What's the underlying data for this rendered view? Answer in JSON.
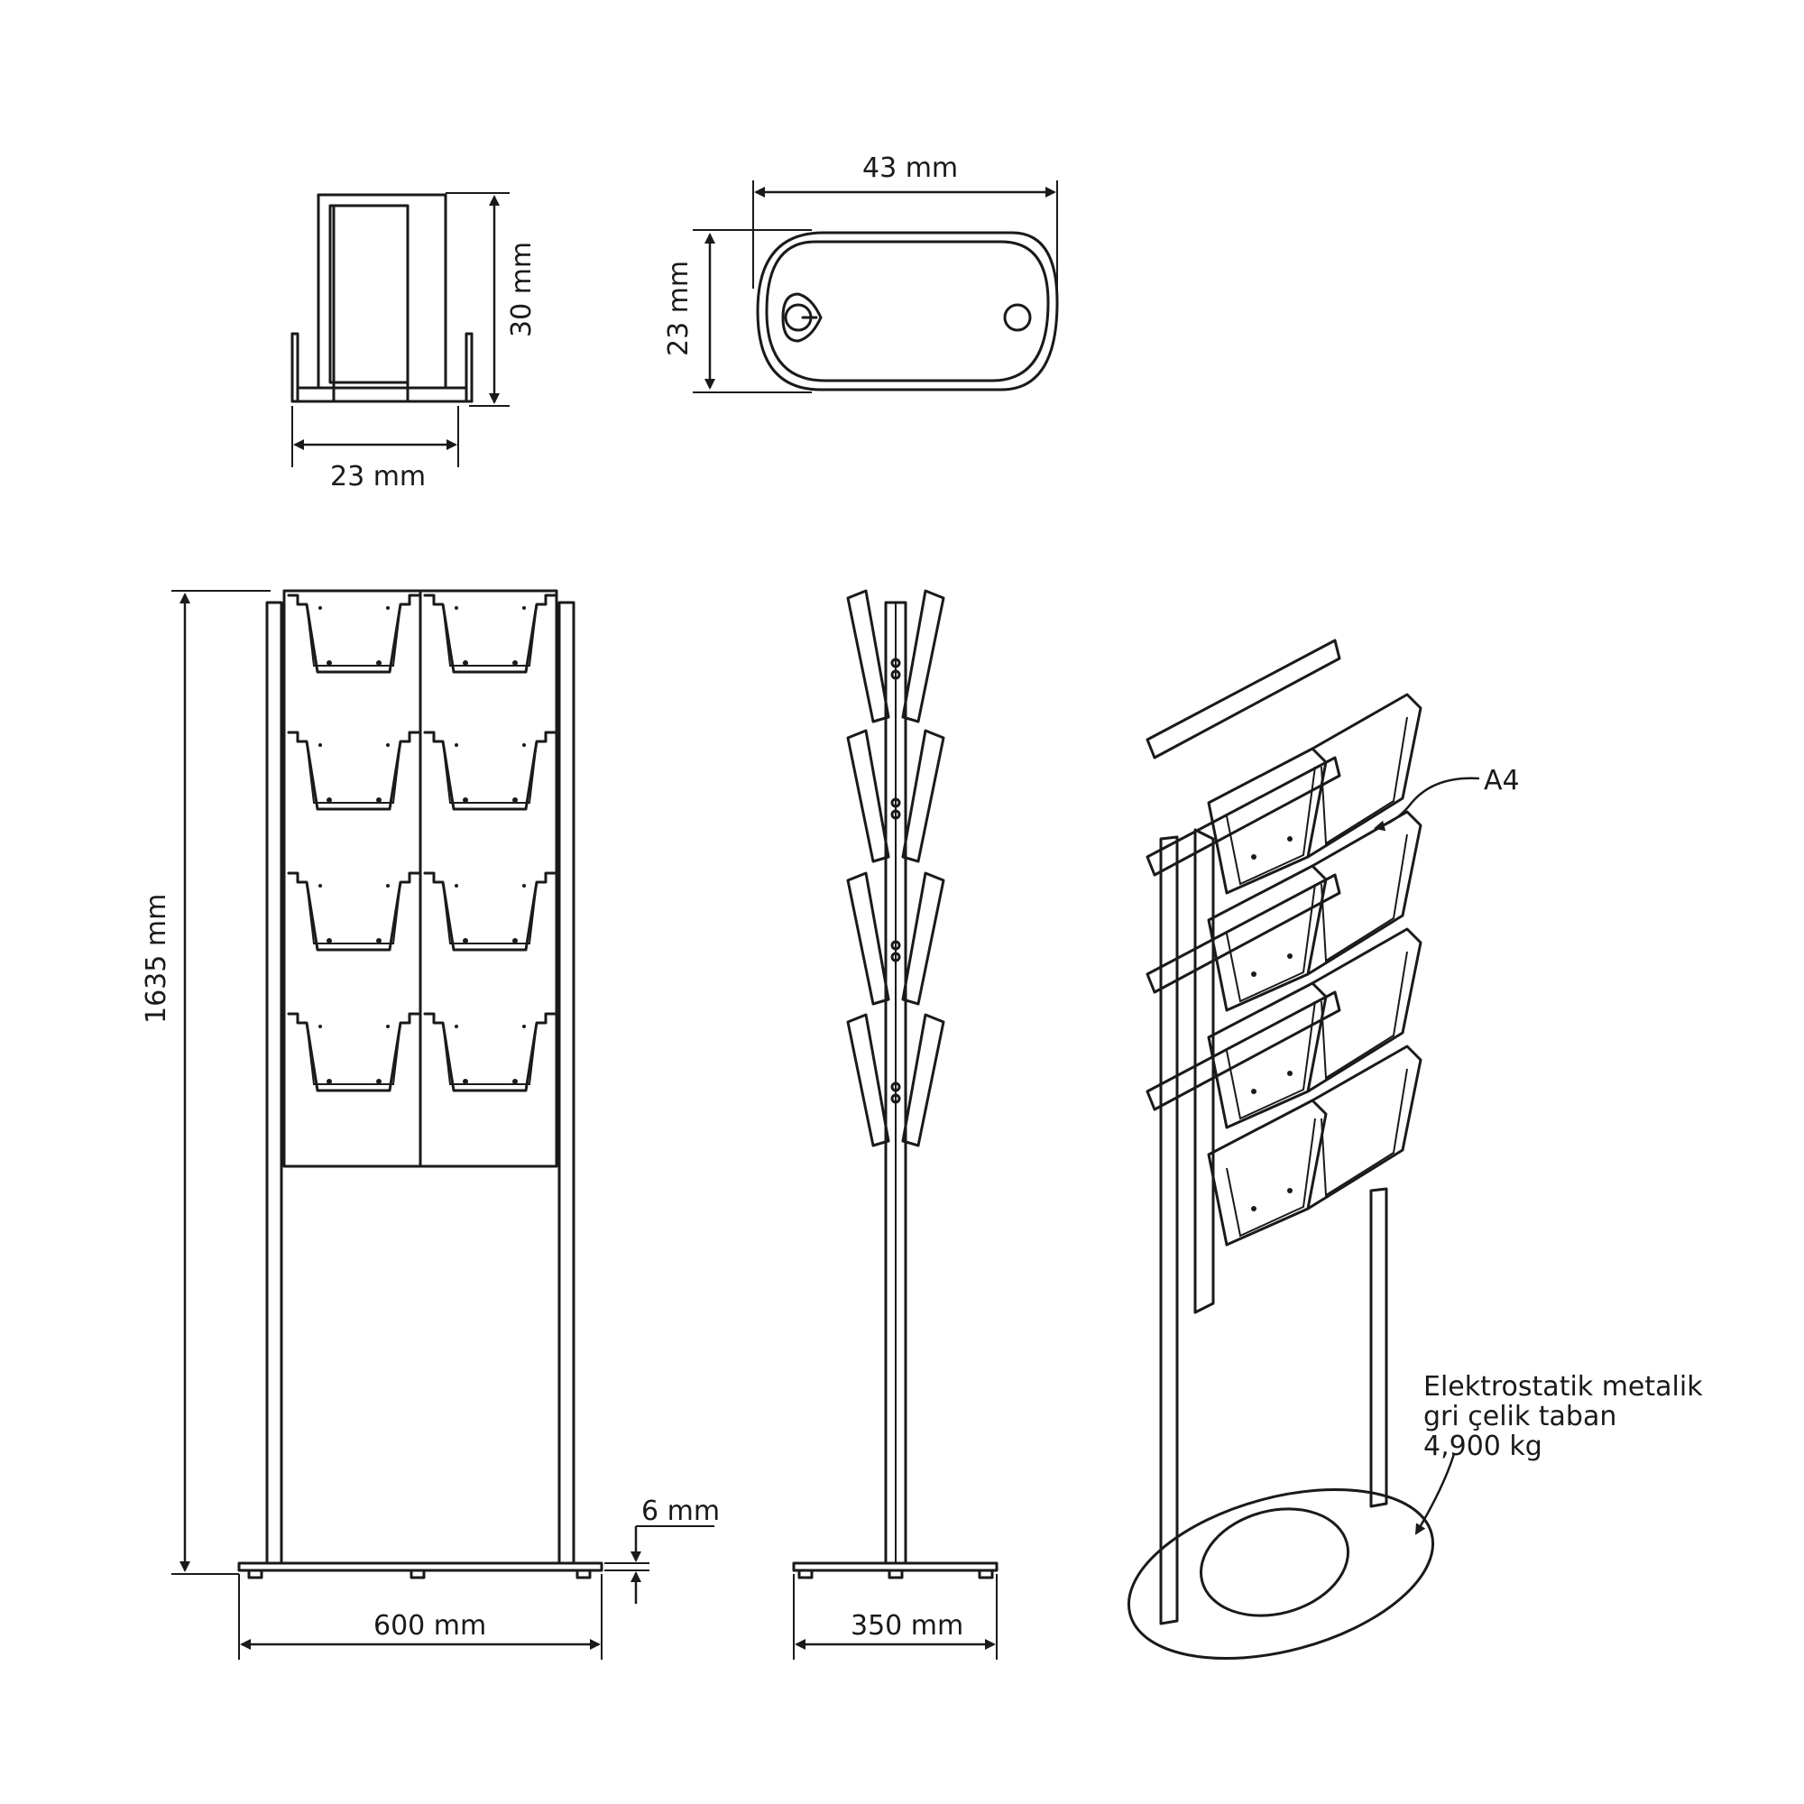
{
  "labels": {
    "profile_width": "23 mm",
    "profile_height": "30 mm",
    "base_width": "43 mm",
    "base_height": "23 mm",
    "total_height": "1635 mm",
    "front_width": "600 mm",
    "plate_thickness": "6 mm",
    "side_depth": "350 mm",
    "pocket_format": "A4",
    "base_note_line1": "Elektrostatik metalik",
    "base_note_line2": "gri çelik taban",
    "base_note_line3": "4,900 kg"
  },
  "colors": {
    "line": "#1a1a1a",
    "fill_gray": "#e8e8e8",
    "background": "#ffffff"
  }
}
